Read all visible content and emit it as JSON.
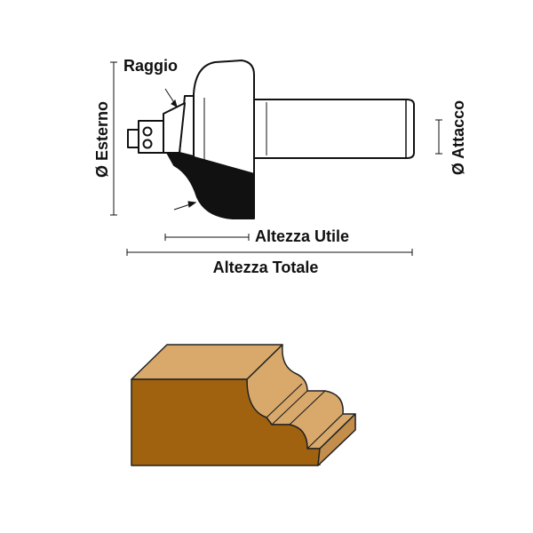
{
  "labels": {
    "radius": "Raggio",
    "outer_diameter": "Ø Esterno",
    "shank_diameter": "Ø Attacco",
    "cutting_height": "Altezza Utile",
    "total_height": "Altezza Totale"
  },
  "colors": {
    "line": "#111111",
    "cutter_fill": "#ffffff",
    "blade_fill": "#111111",
    "wood_top": "#d9a96b",
    "wood_front": "#a0620f",
    "wood_edge": "#c38d4c"
  }
}
